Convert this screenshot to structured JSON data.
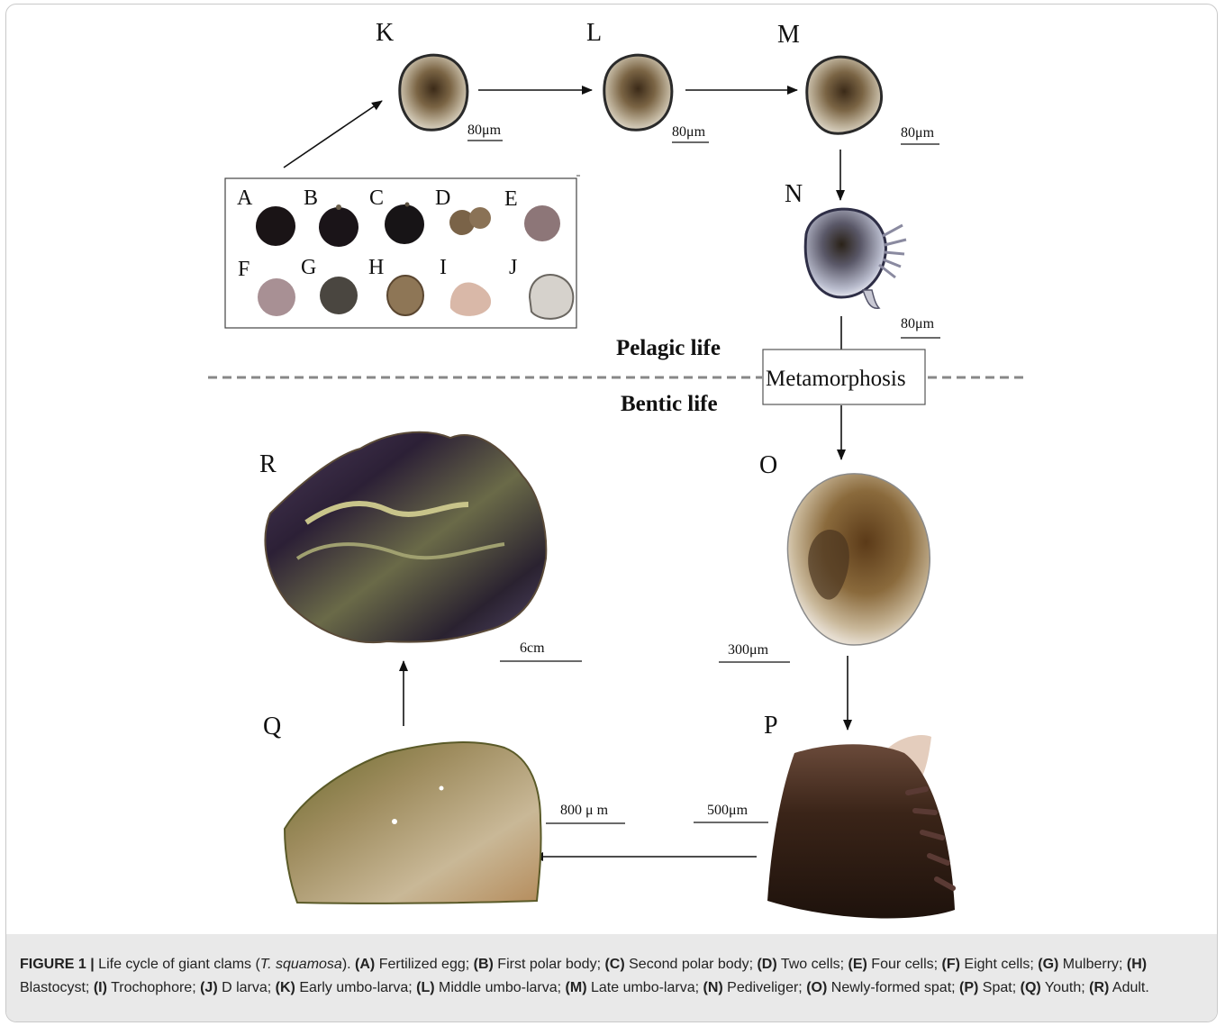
{
  "figure": {
    "panels": {
      "K": "K",
      "L": "L",
      "M": "M",
      "N": "N",
      "O": "O",
      "P": "P",
      "Q": "Q",
      "R": "R",
      "A": "A",
      "B": "B",
      "C": "C",
      "D": "D",
      "E": "E",
      "F": "F",
      "G": "G",
      "H": "H",
      "I": "I",
      "J": "J"
    },
    "scalebars": {
      "K": "80μm",
      "L": "80μm",
      "M": "80μm",
      "N": "80μm",
      "O": "300μm",
      "P": "500μm",
      "Q": "800 μ m",
      "R": "6cm"
    },
    "phases": {
      "pelagic": "Pelagic life",
      "metamorphosis": "Metamorphosis",
      "benthic": "Bentic life"
    },
    "colors": {
      "egg_dark": "#1a1416",
      "larva_brown": "#5a3f24",
      "spat_dark": "#2a1a14",
      "dashed_line": "#888888"
    }
  },
  "caption": {
    "figure_label": "FIGURE 1 |",
    "intro": " Life cycle of giant clams (",
    "species": "T. squamosa",
    "intro_end": "). ",
    "items": [
      {
        "k": "(A)",
        "t": " Fertilized egg; "
      },
      {
        "k": "(B)",
        "t": " First polar body; "
      },
      {
        "k": "(C)",
        "t": " Second polar body; "
      },
      {
        "k": "(D)",
        "t": " Two cells; "
      },
      {
        "k": "(E)",
        "t": " Four cells; "
      },
      {
        "k": "(F)",
        "t": " Eight cells; "
      },
      {
        "k": "(G)",
        "t": " Mulberry; "
      },
      {
        "k": "(H)",
        "t": " Blastocyst; "
      },
      {
        "k": "(I)",
        "t": " Trochophore; "
      },
      {
        "k": "(J)",
        "t": " D larva; "
      },
      {
        "k": "(K)",
        "t": " Early umbo-larva; "
      },
      {
        "k": "(L)",
        "t": " Middle umbo-larva; "
      },
      {
        "k": "(M)",
        "t": " Late umbo-larva; "
      },
      {
        "k": "(N)",
        "t": " Pediveliger; "
      },
      {
        "k": "(O)",
        "t": " Newly-formed spat; "
      },
      {
        "k": "(P)",
        "t": " Spat; "
      },
      {
        "k": "(Q)",
        "t": " Youth; "
      },
      {
        "k": "(R)",
        "t": " Adult."
      }
    ]
  }
}
